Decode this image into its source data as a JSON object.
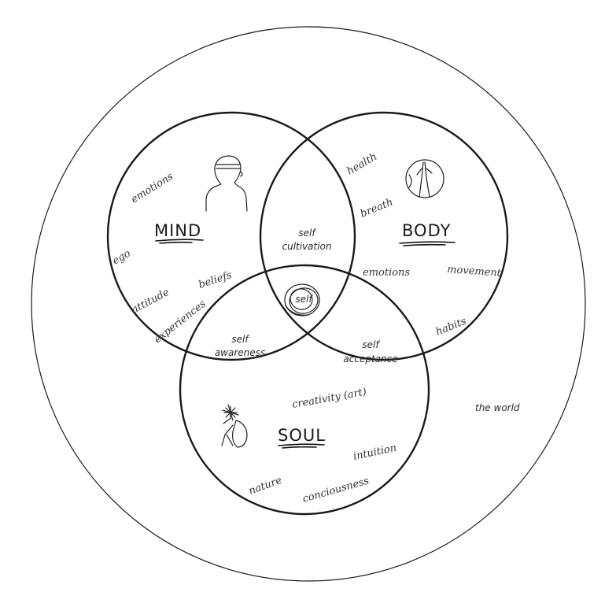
{
  "world": {
    "label": "the world"
  },
  "mind": {
    "title": "MIND",
    "words": [
      "emotions",
      "ego",
      "attitude",
      "beliefs",
      "experiences"
    ]
  },
  "body": {
    "title": "BODY",
    "words": [
      "health",
      "breath",
      "emotions",
      "movement",
      "habits"
    ]
  },
  "soul": {
    "title": "SOUL",
    "words": [
      "creativity (art)",
      "intuition",
      "nature",
      "conciousness"
    ]
  },
  "overlaps": {
    "cultivation": [
      "self",
      "cultivation"
    ],
    "awareness": [
      "self",
      "awareness"
    ],
    "acceptance": [
      "self",
      "acceptance"
    ],
    "center": "self"
  },
  "colors": {
    "stroke": "#1a1a1a",
    "background": "#ffffff"
  },
  "icons": {
    "mind": "head-with-blindfold-icon",
    "body": "person-in-circle-icon",
    "soul": "person-with-radiant-light-icon",
    "center": "spiral-scribble-icon"
  }
}
